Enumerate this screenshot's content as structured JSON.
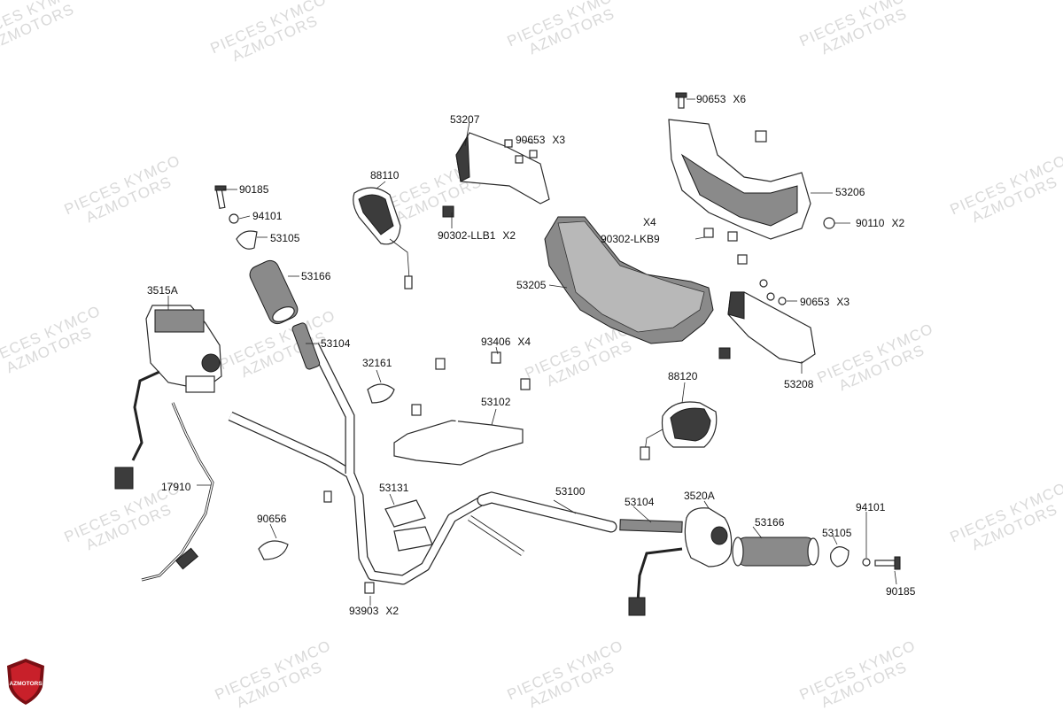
{
  "watermark": {
    "line1": "PIECES KYMCO",
    "line2": "AZMOTORS"
  },
  "logo": {
    "text": "AZMOTORS",
    "colors": {
      "red": "#c8202a",
      "dark": "#7a0f14"
    }
  },
  "parts": [
    {
      "id": "p-90653-top",
      "ref": "90653",
      "qty": "X6"
    },
    {
      "id": "p-53207",
      "ref": "53207",
      "qty": ""
    },
    {
      "id": "p-90653-mid",
      "ref": "90653",
      "qty": "X3"
    },
    {
      "id": "p-88110",
      "ref": "88110",
      "qty": ""
    },
    {
      "id": "p-90185-top",
      "ref": "90185",
      "qty": ""
    },
    {
      "id": "p-94101-top",
      "ref": "94101",
      "qty": ""
    },
    {
      "id": "p-53105-top",
      "ref": "53105",
      "qty": ""
    },
    {
      "id": "p-90302-llb1",
      "ref": "90302-LLB1",
      "qty": "X2"
    },
    {
      "id": "p-53206",
      "ref": "53206",
      "qty": ""
    },
    {
      "id": "p-x4-label",
      "ref": "X4",
      "qty": ""
    },
    {
      "id": "p-90302-lkb9",
      "ref": "90302-LKB9",
      "qty": ""
    },
    {
      "id": "p-90110",
      "ref": "90110",
      "qty": "X2"
    },
    {
      "id": "p-53166-top",
      "ref": "53166",
      "qty": ""
    },
    {
      "id": "p-3515a",
      "ref": "3515A",
      "qty": ""
    },
    {
      "id": "p-53205",
      "ref": "53205",
      "qty": ""
    },
    {
      "id": "p-90653-right",
      "ref": "90653",
      "qty": "X3"
    },
    {
      "id": "p-53104-top",
      "ref": "53104",
      "qty": ""
    },
    {
      "id": "p-93406",
      "ref": "93406",
      "qty": "X4"
    },
    {
      "id": "p-32161",
      "ref": "32161",
      "qty": ""
    },
    {
      "id": "p-53208",
      "ref": "53208",
      "qty": ""
    },
    {
      "id": "p-88120",
      "ref": "88120",
      "qty": ""
    },
    {
      "id": "p-53102",
      "ref": "53102",
      "qty": ""
    },
    {
      "id": "p-17910",
      "ref": "17910",
      "qty": ""
    },
    {
      "id": "p-53131",
      "ref": "53131",
      "qty": ""
    },
    {
      "id": "p-53100",
      "ref": "53100",
      "qty": ""
    },
    {
      "id": "p-53104-bottom",
      "ref": "53104",
      "qty": ""
    },
    {
      "id": "p-3520a",
      "ref": "3520A",
      "qty": ""
    },
    {
      "id": "p-94101-bottom",
      "ref": "94101",
      "qty": ""
    },
    {
      "id": "p-90656",
      "ref": "90656",
      "qty": ""
    },
    {
      "id": "p-53166-bottom",
      "ref": "53166",
      "qty": ""
    },
    {
      "id": "p-53105-bottom",
      "ref": "53105",
      "qty": ""
    },
    {
      "id": "p-93903",
      "ref": "93903",
      "qty": "X2"
    },
    {
      "id": "p-90185-bottom",
      "ref": "90185",
      "qty": ""
    }
  ]
}
